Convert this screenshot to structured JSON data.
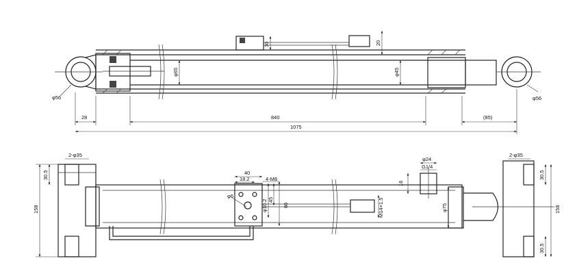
{
  "top_view": {
    "dim_eye_left": "φ56",
    "dim_eye_right": "φ56",
    "dim_bore": "φ65",
    "dim_rod": "φ45",
    "dim_port_h": "30",
    "dim_port_v": "20",
    "dim_left_end": "28",
    "dim_stroke": "840",
    "dim_right_end": "(85)",
    "dim_overall": "1075"
  },
  "bottom_view": {
    "left_holes": "2-φ35",
    "right_holes": "2-φ35",
    "dim_left_top": "30.5",
    "dim_left_h": "158",
    "dim_block_w": "40",
    "dim_block_hole": "18.2",
    "dim_bolts": "4-M8",
    "dim_pin": "φ6",
    "dim_block_v1": "φ10.2",
    "dim_block_v2": "45",
    "dim_block_v3": "60",
    "dim_fitting": "M14×1.5",
    "dim_port_dia": "φ24",
    "dim_port_thread": "G1/4",
    "dim_port_h": "16",
    "dim_cyl": "φ75",
    "dim_right_top": "30.5",
    "dim_right_h": "158",
    "dim_right_bottom": "30.5"
  }
}
